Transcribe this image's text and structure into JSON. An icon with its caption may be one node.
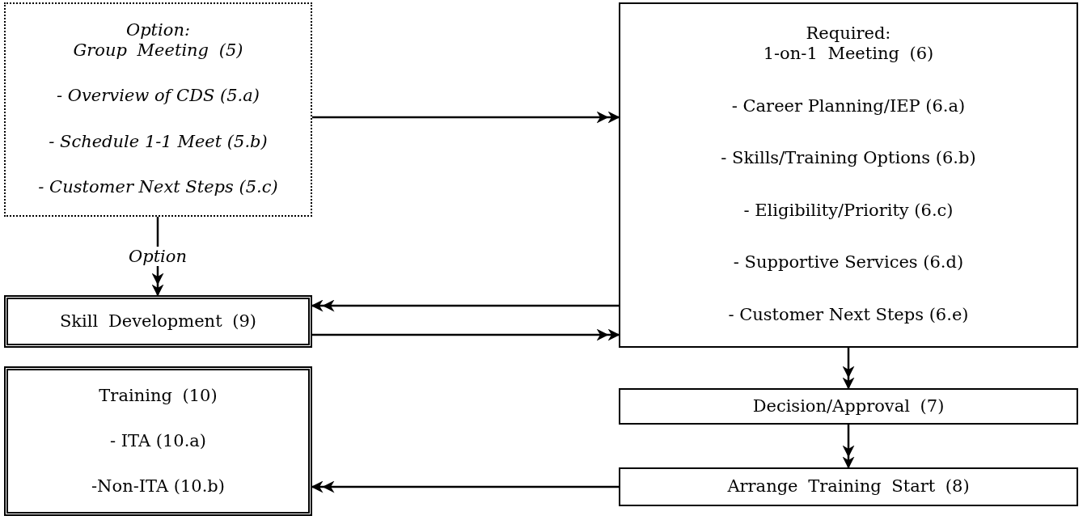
{
  "diagram": {
    "nodes": [
      {
        "text": [
          "Option:",
          "Group Meeting (5)",
          "- Overview of CDS (5.a)",
          "- Schedule 1-1 Meet (5.b)",
          "- Customer Next Steps (5.c)"
        ]
      },
      {
        "text": [
          "Required:",
          "1-on-1 Meeting (6)",
          "- Career Planning/IEP (6.a)",
          "- Skills/Training Options (6.b)",
          "- Eligibility/Priority (6.c)",
          "- Supportive Services (6.d)",
          "- Customer Next Steps (6.e)"
        ]
      },
      {
        "text": [
          "Skill Development (9)"
        ]
      },
      {
        "text": [
          "Training (10)",
          "- ITA (10.a)",
          "-Non-ITA (10.b)"
        ]
      },
      {
        "text": [
          "Decision/Approval (7)"
        ]
      },
      {
        "text": [
          "Arrange Training Start (8)"
        ]
      }
    ],
    "edges": [
      {
        "from": 0,
        "to": 1,
        "arrow": "to"
      },
      {
        "from": 0,
        "to": 2,
        "arrow": "to",
        "label": "Option"
      },
      {
        "from": 1,
        "to": 2,
        "arrow": "to"
      },
      {
        "from": 2,
        "to": 1,
        "arrow": "to"
      },
      {
        "from": 1,
        "to": 4,
        "arrow": "to"
      },
      {
        "from": 4,
        "to": 5,
        "arrow": "to"
      },
      {
        "from": 5,
        "to": 3,
        "arrow": "to"
      }
    ]
  }
}
